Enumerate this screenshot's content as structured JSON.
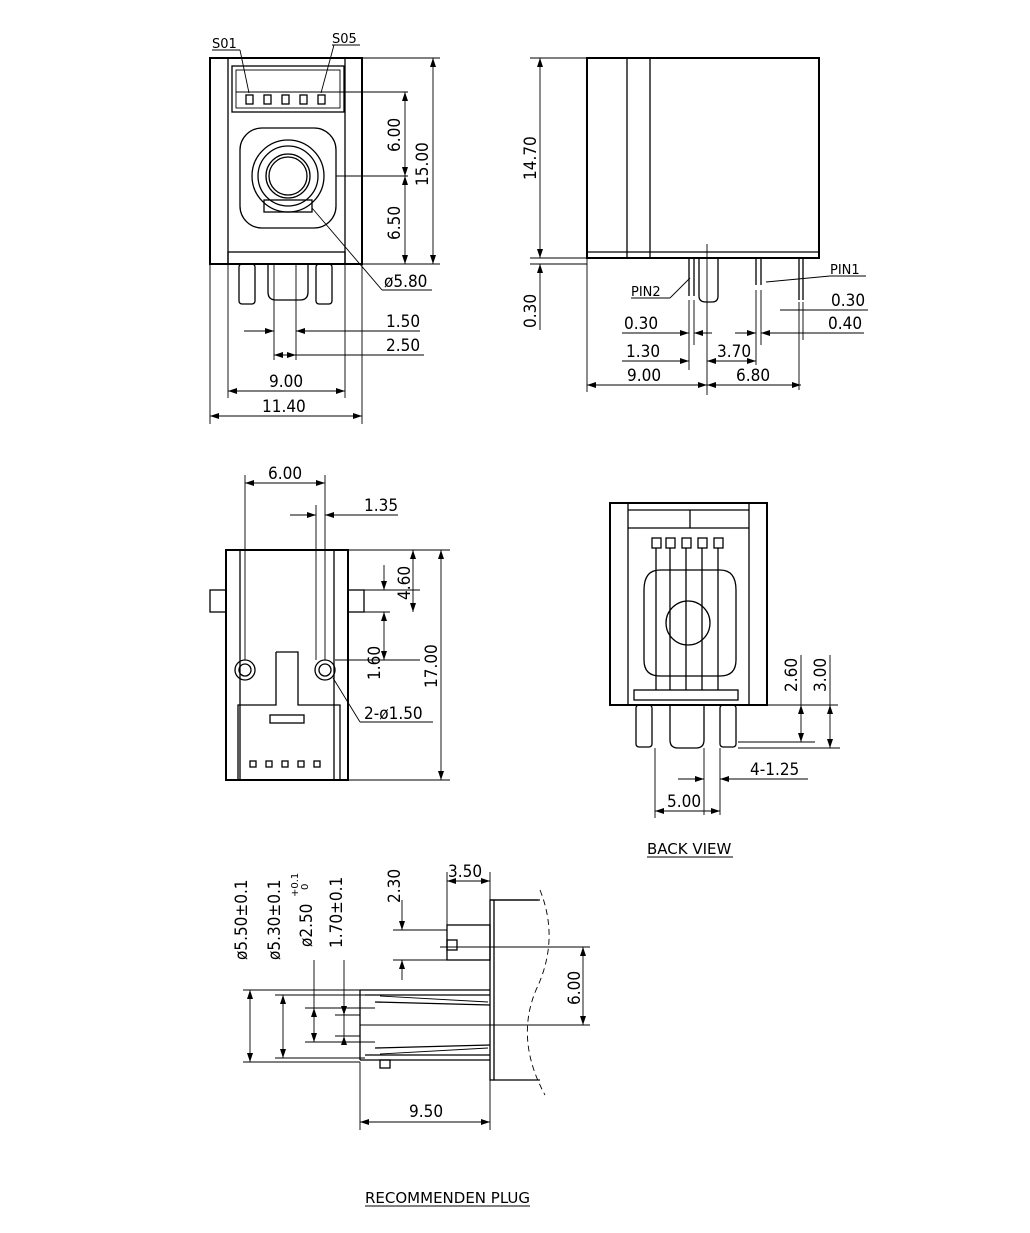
{
  "labels": {
    "s01": "S01",
    "s05": "S05",
    "pin1": "PIN1",
    "pin2": "PIN2",
    "back_view": "BACK VIEW",
    "recommended_plug": "RECOMMENDEN PLUG"
  },
  "front_view": {
    "d_600": "6.00",
    "d_1500": "15.00",
    "d_650": "6.50",
    "d_dia580": "ø5.80",
    "d_150": "1.50",
    "d_250": "2.50",
    "d_900": "9.00",
    "d_1140": "11.40"
  },
  "side_view": {
    "d_1470": "14.70",
    "d_030_left": "0.30",
    "d_030_a": "0.30",
    "d_030_b": "0.30",
    "d_040": "0.40",
    "d_130": "1.30",
    "d_370": "3.70",
    "d_900": "9.00",
    "d_680": "6.80"
  },
  "bottom_view": {
    "d_600": "6.00",
    "d_135": "1.35",
    "d_460": "4.60",
    "d_160": "1.60",
    "d_1700": "17.00",
    "d_holes": "2-ø1.50"
  },
  "back_view": {
    "d_260": "2.60",
    "d_300": "3.00",
    "d_4x125": "4-1.25",
    "d_500": "5.00"
  },
  "plug": {
    "d_550": "ø5.50±0.1",
    "d_530": "ø5.30±0.1",
    "d_250_main": "ø2.50",
    "d_250_tol_upper": "+0.1",
    "d_250_tol_lower": "0",
    "d_170": "1.70±0.1",
    "d_230": "2.30",
    "d_350": "3.50",
    "d_600": "6.00",
    "d_950": "9.50"
  }
}
